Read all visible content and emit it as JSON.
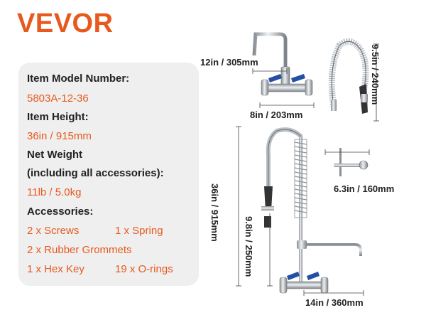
{
  "brand": {
    "logo_text": "VEVOR",
    "accent": "#e8591e"
  },
  "specs": {
    "model_label": "Item Model Number:",
    "model_value": "5803A-12-36",
    "height_label": "Item Height:",
    "height_value": "36in / 915mm",
    "weight_label_1": "Net Weight",
    "weight_label_2": "(including all accessories):",
    "weight_value": "11lb / 5.0kg",
    "accessories_label": "Accessories:",
    "accessories": [
      "2 x Screws",
      "1 x Spring",
      "2 x Rubber Grommets",
      "1 x Hex Key",
      "19 x O-rings"
    ]
  },
  "dimensions": {
    "spout_length": "12in / 305mm",
    "base_width": "8in / 203mm",
    "spring_height": "9.5in / 240mm",
    "wall_bracket": "6.3in / 160mm",
    "total_height": "36in / 915mm",
    "sprayer_length": "9.8in / 250mm",
    "add_on_spout": "14in / 360mm"
  }
}
